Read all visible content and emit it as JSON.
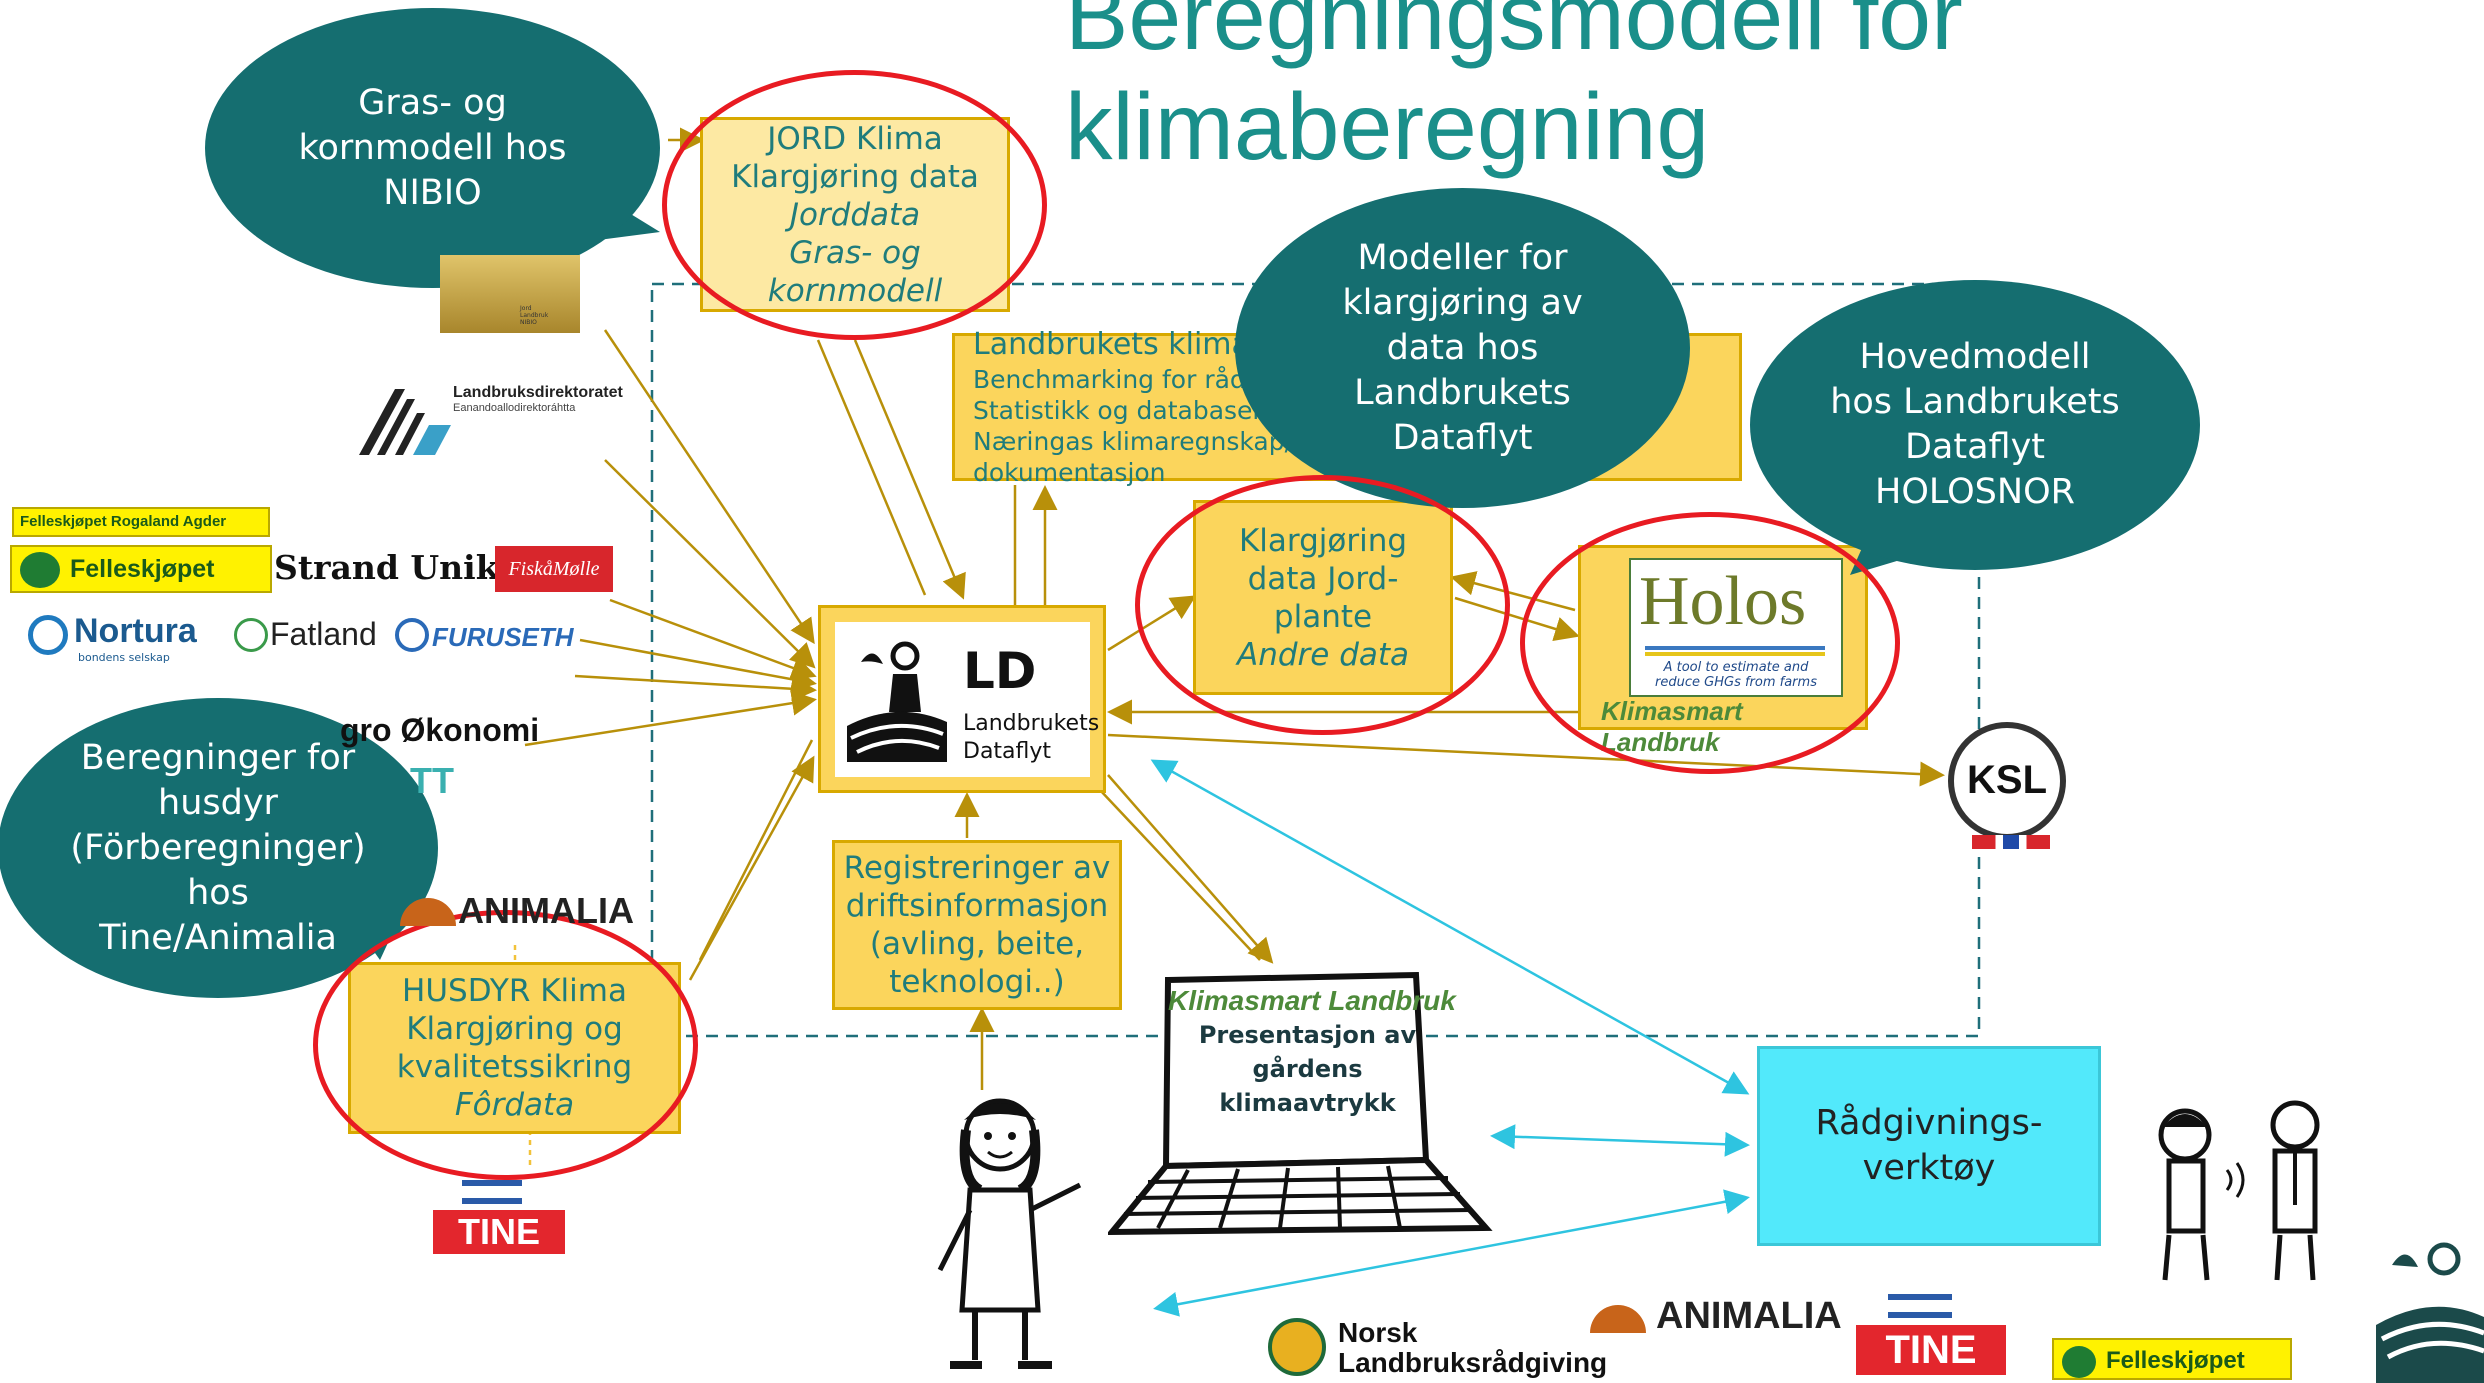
{
  "title": {
    "line1": "Beregningsmodell for",
    "line2": "klimaberegning"
  },
  "boxes": {
    "jord": {
      "line1": "JORD Klima",
      "line2": "Klargjøring data",
      "italic1": "Jorddata",
      "italic2": "Gras- og",
      "italic3": "kornmodell"
    },
    "landbruk": {
      "line1": "Landbrukets klimaø",
      "line2": "Benchmarking for rådgivn",
      "line3": "Statistikk og databaser for Fo",
      "line4": "Næringas klimaregnskap/ klimaa",
      "line4b": "for dokumentasjon"
    },
    "klargjoring": {
      "line1": "Klargjøring",
      "line2": "data Jord-",
      "line3": "plante",
      "italic1": "Andre data"
    },
    "husdyr": {
      "line1": "HUSDYR Klima",
      "line2": "Klargjøring og",
      "line3": "kvalitetssikring",
      "italic1": "Fôrdata"
    },
    "registreringer": {
      "line1": "Registreringer av",
      "line2": "driftsinformasjon",
      "line3": "(avling, beite,",
      "line4": "teknologi..)"
    },
    "radgivning": "Rådgivnings-\nverktøy"
  },
  "ld": {
    "letters": "LD",
    "subtitle": "Landbrukets\nDataflyt"
  },
  "bubbles": {
    "nibio": "Gras- og\nkornmodell hos\nNIBIO",
    "modeller": "Modeller for\nklargjøring av\ndata hos\nLandbrukets\nDataflyt",
    "hovedmodell": "Hovedmodell\nhos Landbrukets\nDataflyt\nHOLOSNOR",
    "husdyr": "Beregninger for\nhusdyr\n(Förberegninger)\nhos\nTine/Animalia"
  },
  "holos": {
    "word": "Holos",
    "tagline": "A tool to estimate and\nreduce GHGs from farms",
    "brand": "Klimasmart Landbruk"
  },
  "laptop": {
    "brand": "Klimasmart Landbruk",
    "text": "Presentasjon av\ngårdens\nklimaavtrykk"
  },
  "logos": {
    "landbruksdirektoratet": "Landbruksdirektoratet",
    "landbruksdirektoratet_sub": "Eanandoallodirektoráhtta",
    "fk_rogaland": "Felleskjøpet Rogaland Agder",
    "felleskjopet": "Felleskjøpet",
    "strand_unikorn": "Strand Unikorn",
    "fiskaa_molle": "FiskåMølle",
    "nortura": "Nortura",
    "nortura_sub": "bondens selskap",
    "fatland": "Fatland",
    "furuseth": "FURUSETH",
    "agro_okonomi": "gro Økonomi",
    "tt": "TT",
    "animalia": "ANIMALIA",
    "tine": "TINE",
    "ksl": "KSL",
    "norsk_landbruksradgiving_1": "Norsk",
    "norsk_landbruksradgiving_2": "Landbruksrådgiving",
    "fk_bottom": "Felleskjøpet",
    "nibio_small": "Jord\nLandbruk\nNIBIO"
  },
  "colors": {
    "teal_title": "#1a8f8a",
    "bubble": "#156e70",
    "box": "#fbd55c",
    "arrow": "#b8900a",
    "cyan": "#52e9fb",
    "red_circle": "#e81b22"
  }
}
